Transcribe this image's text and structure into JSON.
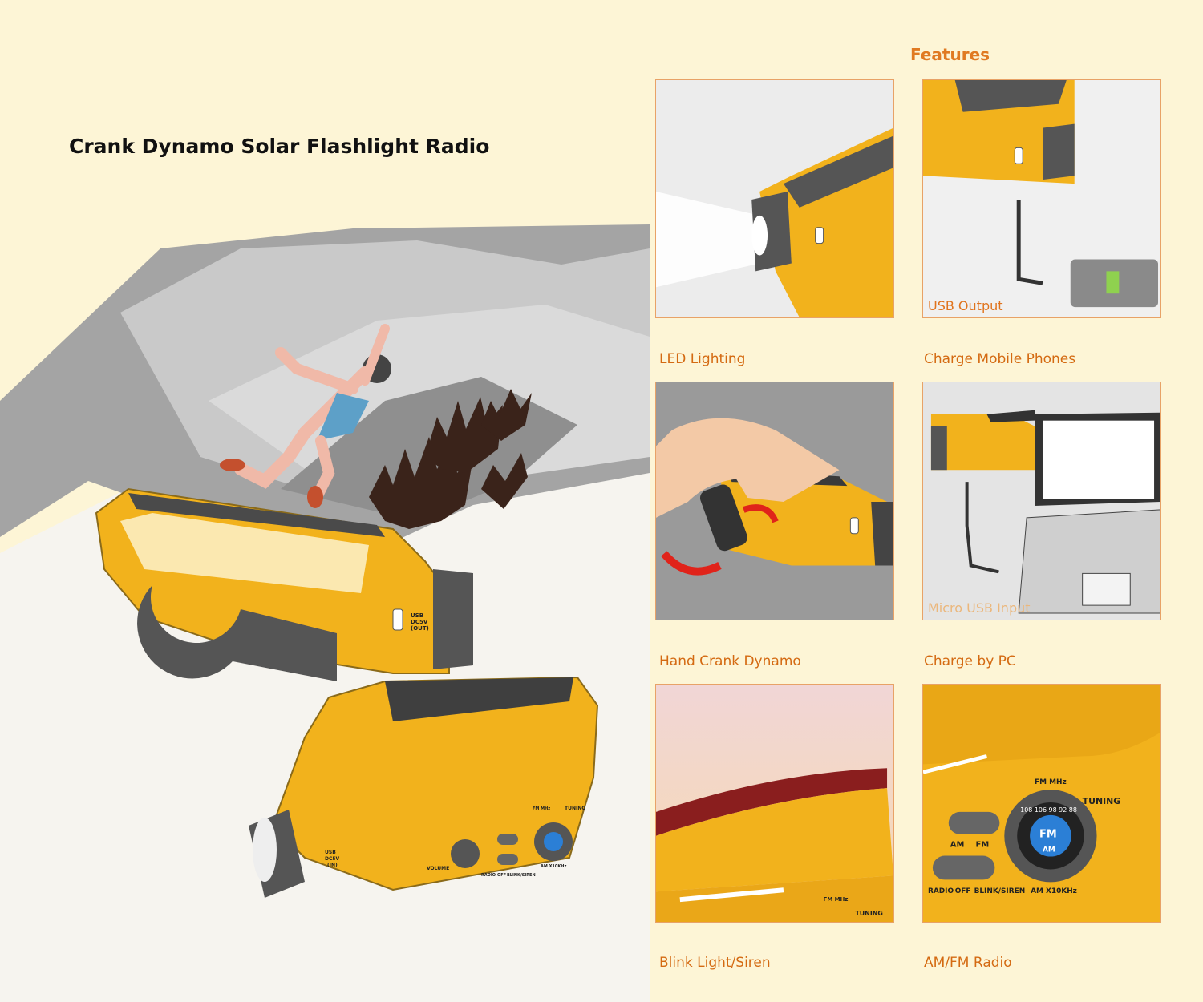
{
  "page": {
    "title": "Crank Dynamo Solar Flashlight Radio",
    "features_heading": "Features"
  },
  "colors": {
    "background": "#fdf5d6",
    "accent_orange": "#e07a22",
    "device_yellow": "#f2b21c",
    "device_grey": "#555555",
    "panel_border": "#e8a267"
  },
  "features": [
    {
      "caption": "LED Lighting",
      "inner_label": ""
    },
    {
      "caption": "Charge Mobile Phones",
      "inner_label": "USB Output"
    },
    {
      "caption": "Hand Crank Dynamo",
      "inner_label": ""
    },
    {
      "caption": "Charge by PC",
      "inner_label": "Micro USB Input"
    },
    {
      "caption": "Blink Light/Siren",
      "inner_label": ""
    },
    {
      "caption": "AM/FM Radio",
      "inner_label": ""
    }
  ],
  "device_labels": {
    "usb_out": "USB",
    "usb_out_2": "DC5V",
    "usb_out_3": "(OUT)",
    "usb_in": "USB",
    "usb_in_2": "DC5V",
    "usb_in_3": "(IN)",
    "volume": "VOLUME",
    "tuning": "TUNING",
    "fm_mhz": "FM MHz",
    "am_khz": "AM X10KHz",
    "switch_am": "AM",
    "switch_fm": "FM",
    "mode_radio": "RADIO",
    "mode_off": "OFF",
    "mode_blink": "BLINK/SIREN",
    "dial_fm": "FM",
    "dial_am": "AM",
    "dial_scale": "108 106 98 92 88"
  }
}
